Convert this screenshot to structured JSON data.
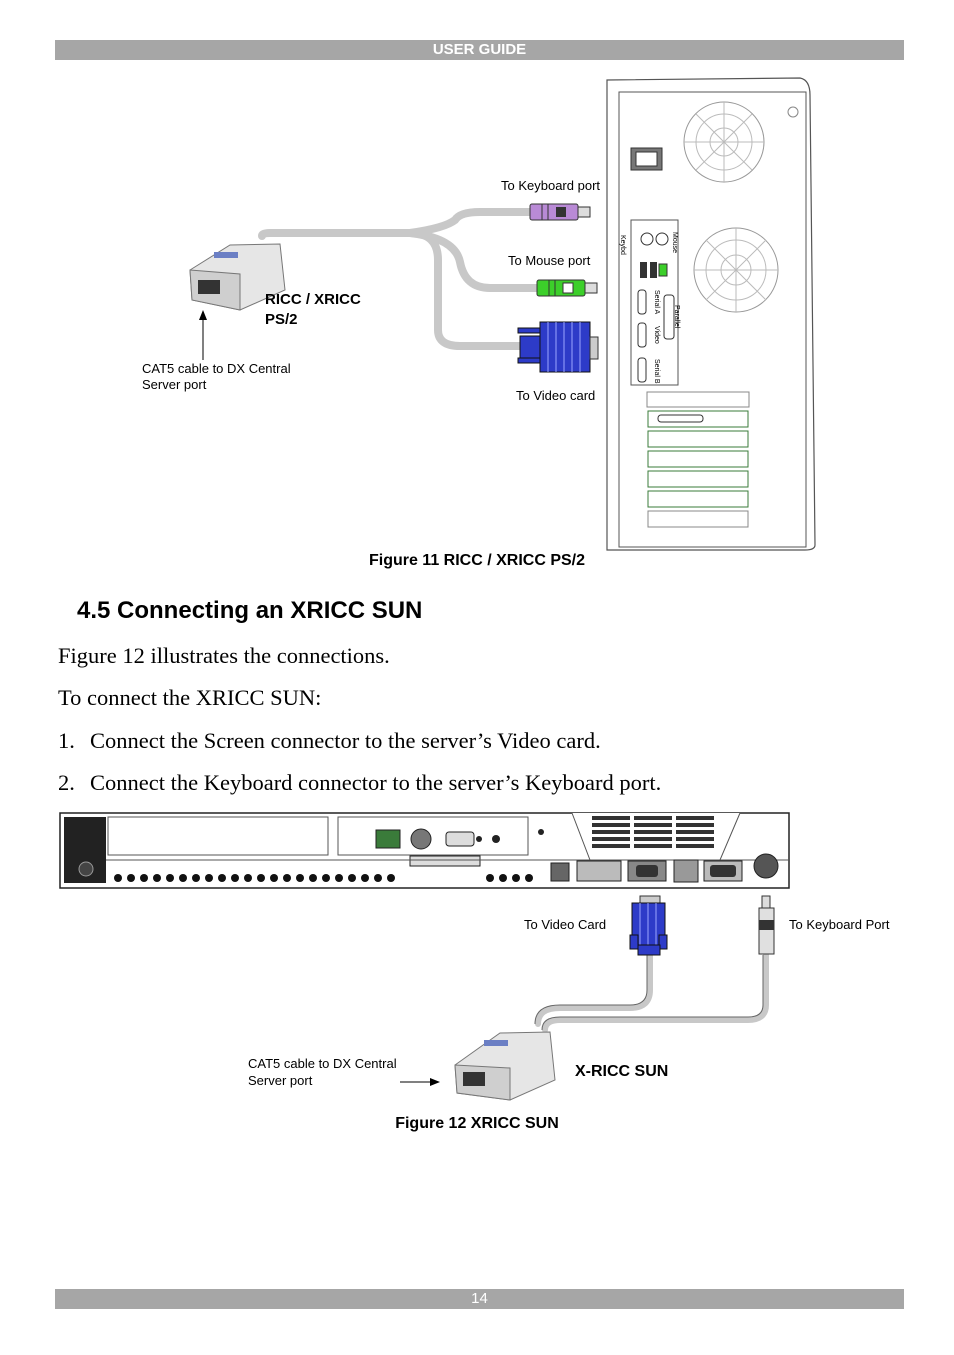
{
  "header": {
    "title": "USER GUIDE"
  },
  "figure11": {
    "labels": {
      "keyboard": "To Keyboard port",
      "mouse": "To Mouse port",
      "video": "To Video card",
      "device_line1": "RICC / XRICC",
      "device_line2": "PS/2",
      "cat5_line1": "CAT5 cable to DX Central",
      "cat5_line2": "Server port"
    },
    "panel_labels": {
      "keyboard": "Keybd",
      "mouse": "Mouse",
      "parallel": "Parallel",
      "serial_a": "Serial A",
      "video": "Video",
      "serial_b": "Serial B"
    },
    "caption": "Figure 11 RICC / XRICC PS/2"
  },
  "section": {
    "heading": "4.5 Connecting an XRICC SUN",
    "intro": "Figure 12 illustrates the connections.",
    "lead": "To connect the XRICC SUN:",
    "steps": [
      {
        "num": "1.",
        "text": "Connect the Screen connector to the server’s Video card."
      },
      {
        "num": "2.",
        "text": "Connect the Keyboard connector to the server’s Keyboard port."
      }
    ]
  },
  "figure12": {
    "labels": {
      "video": "To Video Card",
      "keyboard": "To Keyboard Port",
      "cat5_line1": "CAT5 cable to DX Central",
      "cat5_line2": "Server port",
      "device": "X-RICC SUN"
    },
    "caption": "Figure 12 XRICC SUN"
  },
  "footer": {
    "page_number": "14"
  },
  "colors": {
    "bar": "#a6a6a6",
    "vga_blue": "#2d3bc8",
    "mouse_green": "#3ccf2a",
    "keyboard_purple": "#b98ad6",
    "cable_gray": "#c8c8c8"
  }
}
